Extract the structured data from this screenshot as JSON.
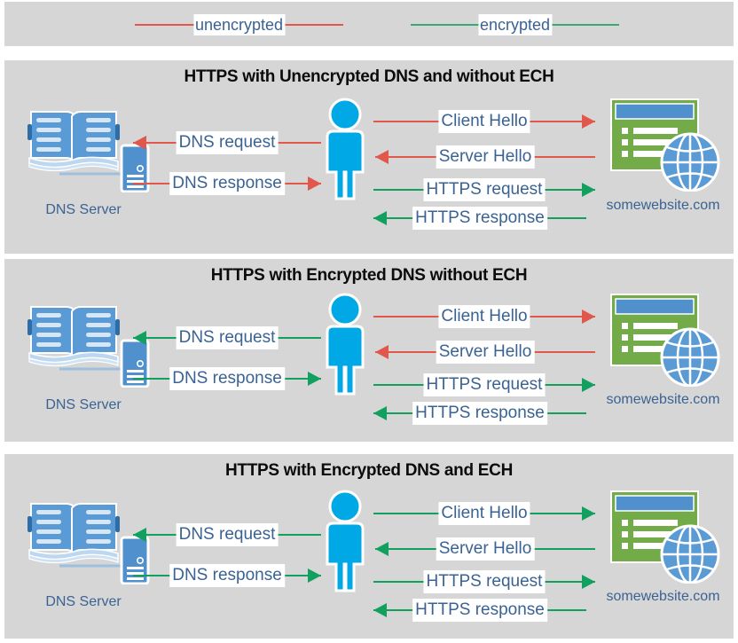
{
  "legend": {
    "items": [
      {
        "label": "unencrypted",
        "color": "#e2574c",
        "key": "unencrypted"
      },
      {
        "label": "encrypted",
        "color": "#3aa972",
        "key": "encrypted"
      }
    ]
  },
  "colors": {
    "unencrypted": "#e2574c",
    "encrypted": "#12a05f",
    "panel_background": "#d6d6d6",
    "label_text": "#3a6393",
    "title_text": "#0b0b0b",
    "person": "#00a9e6",
    "server_blue": "#4f90cd",
    "book_blue": "#5b9bd5",
    "site_green": "#72ab48",
    "site_titlebar": "#4f90cd",
    "globe_blue": "#5b9bd5"
  },
  "nodes": {
    "dns_server_label": "DNS Server",
    "website_label": "somewebsite.com",
    "dns_icon": "book-and-server-icon",
    "person_icon": "person-icon",
    "website_icon": "browser-window-globe-icon"
  },
  "panels": [
    {
      "id": "panel-1",
      "title": "HTTPS with Unencrypted DNS and without ECH",
      "messages": [
        {
          "label": "DNS request",
          "direction": "left",
          "encrypted": false,
          "side": "dns"
        },
        {
          "label": "DNS response",
          "direction": "right",
          "encrypted": false,
          "side": "dns"
        },
        {
          "label": "Client Hello",
          "direction": "right",
          "encrypted": false,
          "side": "web"
        },
        {
          "label": "Server Hello",
          "direction": "left",
          "encrypted": false,
          "side": "web"
        },
        {
          "label": "HTTPS request",
          "direction": "right",
          "encrypted": true,
          "side": "web"
        },
        {
          "label": "HTTPS response",
          "direction": "left",
          "encrypted": true,
          "side": "web"
        }
      ]
    },
    {
      "id": "panel-2",
      "title": "HTTPS with Encrypted DNS without ECH",
      "messages": [
        {
          "label": "DNS request",
          "direction": "left",
          "encrypted": true,
          "side": "dns"
        },
        {
          "label": "DNS response",
          "direction": "right",
          "encrypted": true,
          "side": "dns"
        },
        {
          "label": "Client Hello",
          "direction": "right",
          "encrypted": false,
          "side": "web"
        },
        {
          "label": "Server Hello",
          "direction": "left",
          "encrypted": false,
          "side": "web"
        },
        {
          "label": "HTTPS request",
          "direction": "right",
          "encrypted": true,
          "side": "web"
        },
        {
          "label": "HTTPS response",
          "direction": "left",
          "encrypted": true,
          "side": "web"
        }
      ]
    },
    {
      "id": "panel-3",
      "title": "HTTPS with Encrypted DNS and ECH",
      "messages": [
        {
          "label": "DNS request",
          "direction": "left",
          "encrypted": true,
          "side": "dns"
        },
        {
          "label": "DNS response",
          "direction": "right",
          "encrypted": true,
          "side": "dns"
        },
        {
          "label": "Client Hello",
          "direction": "right",
          "encrypted": true,
          "side": "web"
        },
        {
          "label": "Server Hello",
          "direction": "left",
          "encrypted": true,
          "side": "web"
        },
        {
          "label": "HTTPS request",
          "direction": "right",
          "encrypted": true,
          "side": "web"
        },
        {
          "label": "HTTPS response",
          "direction": "left",
          "encrypted": true,
          "side": "web"
        }
      ]
    }
  ]
}
